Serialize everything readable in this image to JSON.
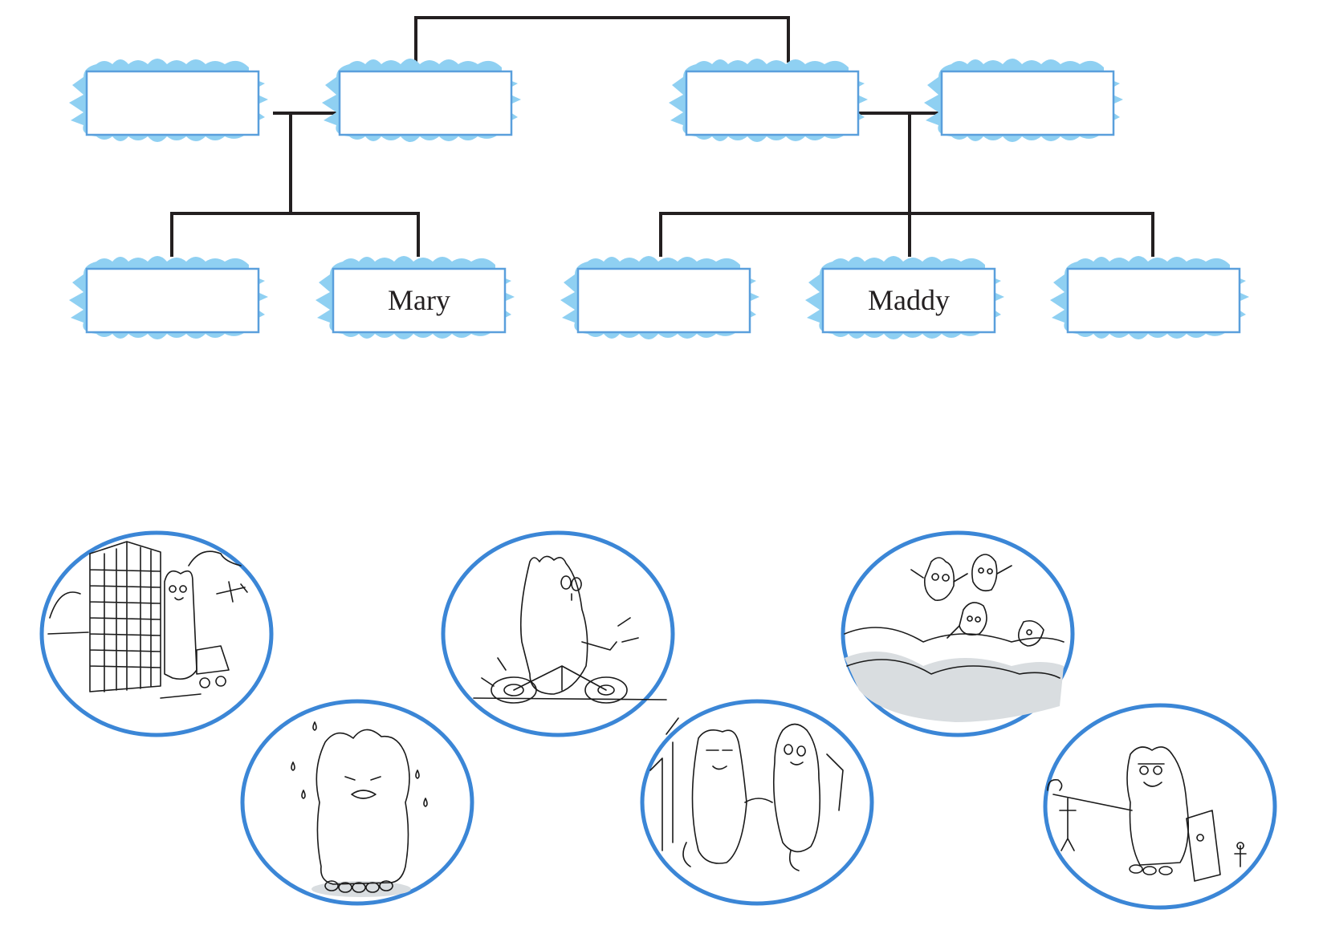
{
  "family_tree": {
    "boxes": [
      {
        "id": "gp1",
        "label": ""
      },
      {
        "id": "gp2",
        "label": ""
      },
      {
        "id": "gp3",
        "label": ""
      },
      {
        "id": "gp4",
        "label": ""
      },
      {
        "id": "c1",
        "label": ""
      },
      {
        "id": "c2",
        "label": "Mary"
      },
      {
        "id": "c3",
        "label": ""
      },
      {
        "id": "c4",
        "label": "Maddy"
      },
      {
        "id": "c5",
        "label": ""
      }
    ],
    "colors": {
      "box_border": "#5a9fdc",
      "burst": "#8fd0f2",
      "connector": "#231f20"
    }
  },
  "pictures": [
    {
      "id": "pic-1",
      "icon": "monster-by-skyscraper-icon"
    },
    {
      "id": "pic-2",
      "icon": "monster-on-bicycle-icon"
    },
    {
      "id": "pic-3",
      "icon": "flying-monsters-over-waves-icon"
    },
    {
      "id": "pic-4",
      "icon": "crying-monster-icon"
    },
    {
      "id": "pic-5",
      "icon": "two-monsters-walking-icon"
    },
    {
      "id": "pic-6",
      "icon": "monster-with-cane-icon"
    }
  ],
  "circle_color": "#3b86d6"
}
